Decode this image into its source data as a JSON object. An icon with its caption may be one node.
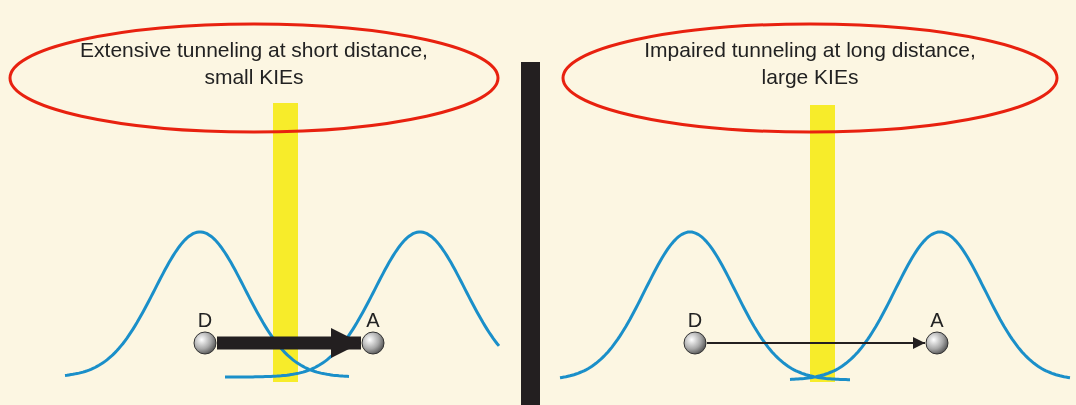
{
  "diagram": {
    "nodes": [
      {
        "text": [
          "Extensive tunneling at short distance, small KIEs"
        ]
      },
      {
        "text": [
          "D"
        ]
      },
      {
        "text": [
          "A"
        ]
      },
      {
        "text": [
          "Impaired tunneling at long distance, large KIEs"
        ]
      },
      {
        "text": [
          "D"
        ]
      },
      {
        "text": [
          "A"
        ]
      },
      {
        "text": [],
        "shape": "bar"
      }
    ],
    "edges": [
      {
        "from": 1,
        "to": 2,
        "arrow": "to",
        "style": "thick"
      },
      {
        "from": 4,
        "to": 5,
        "arrow": "to"
      }
    ]
  }
}
